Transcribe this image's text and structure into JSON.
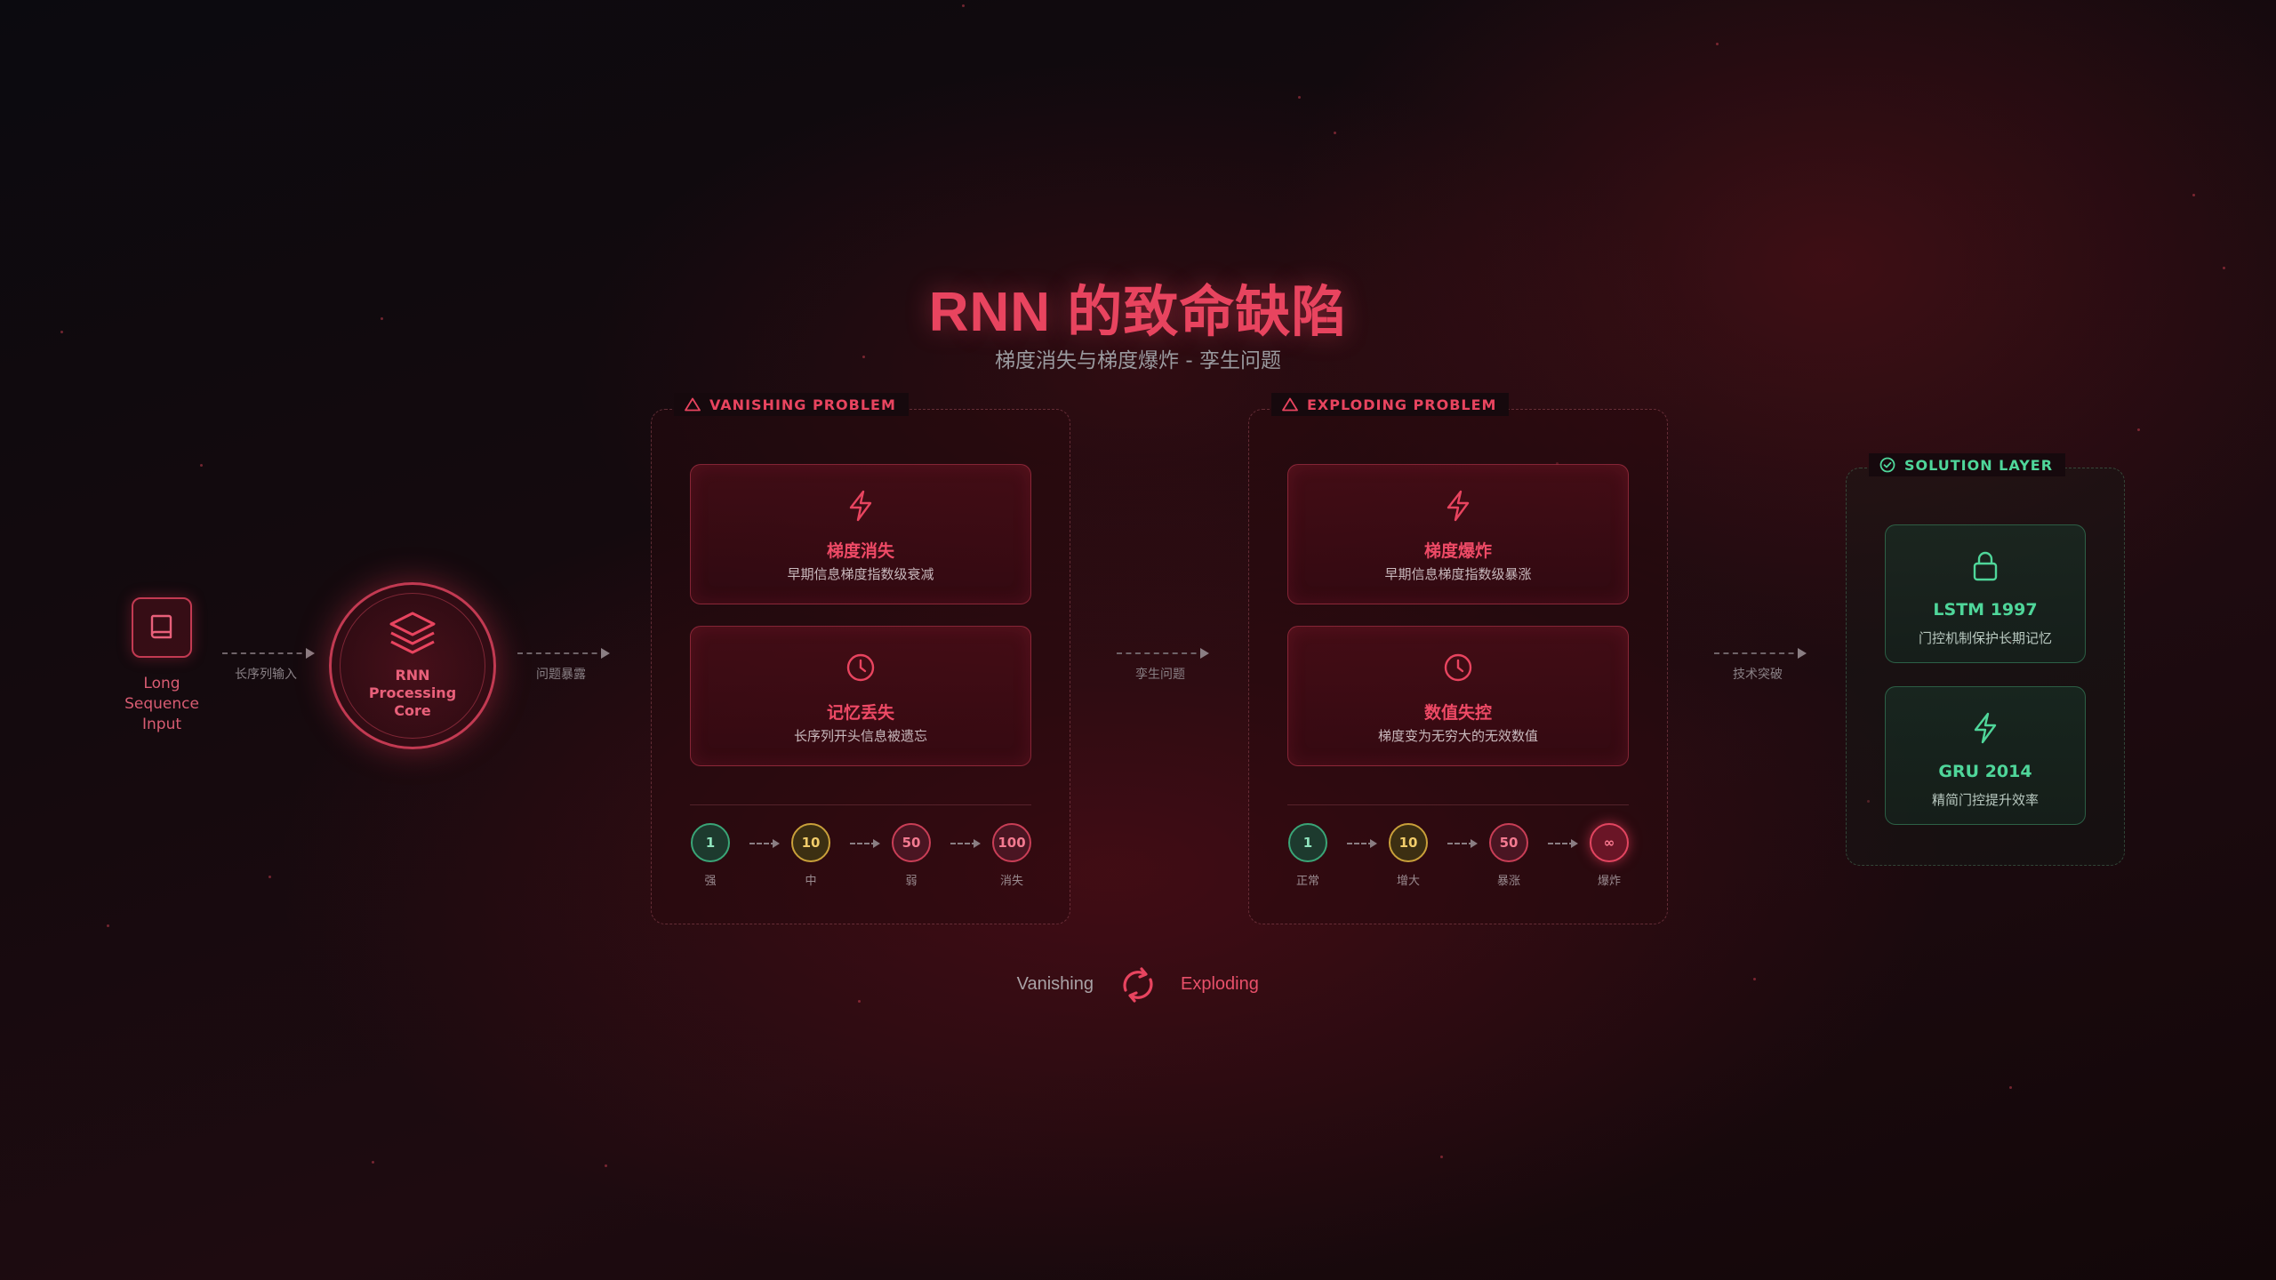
{
  "header": {
    "title": "RNN 的致命缺陷",
    "subtitle": "梯度消失与梯度爆炸 - 孪生问题"
  },
  "input": {
    "label": "Long Sequence Input",
    "icon": "book-icon"
  },
  "core": {
    "label": "RNN Processing Core",
    "icon": "layers-icon"
  },
  "connectors": {
    "input_to_core": "长序列输入",
    "core_to_vanishing": "问题暴露",
    "vanishing_to_exploding": "孪生问题",
    "exploding_to_solution": "技术突破"
  },
  "vanishing": {
    "tag": "VANISHING PROBLEM",
    "cards": [
      {
        "icon": "lightning-icon",
        "title": "梯度消失",
        "desc": "早期信息梯度指数级衰减"
      },
      {
        "icon": "clock-icon",
        "title": "记忆丢失",
        "desc": "长序列开头信息被遗忘"
      }
    ],
    "steps": [
      {
        "value": "1",
        "label": "强"
      },
      {
        "value": "10",
        "label": "中"
      },
      {
        "value": "50",
        "label": "弱"
      },
      {
        "value": "100",
        "label": "消失"
      }
    ]
  },
  "exploding": {
    "tag": "EXPLODING PROBLEM",
    "cards": [
      {
        "icon": "lightning-icon",
        "title": "梯度爆炸",
        "desc": "早期信息梯度指数级暴涨"
      },
      {
        "icon": "clock-icon",
        "title": "数值失控",
        "desc": "梯度变为无穷大的无效数值"
      }
    ],
    "steps": [
      {
        "value": "1",
        "label": "正常"
      },
      {
        "value": "10",
        "label": "增大"
      },
      {
        "value": "50",
        "label": "暴涨"
      },
      {
        "value": "∞",
        "label": "爆炸"
      }
    ]
  },
  "solution": {
    "tag": "SOLUTION LAYER",
    "cards": [
      {
        "icon": "lock-icon",
        "title": "LSTM 1997",
        "desc": "门控机制保护长期记忆"
      },
      {
        "icon": "lightning-icon",
        "title": "GRU 2014",
        "desc": "精简门控提升效率"
      }
    ]
  },
  "legend": {
    "left": "Vanishing",
    "right": "Exploding",
    "icon": "cycle-icon"
  },
  "colors": {
    "accent_red": "#e8445f",
    "accent_green": "#4fd69a",
    "accent_yellow": "#f1cc6a",
    "background": "#140a0e"
  }
}
